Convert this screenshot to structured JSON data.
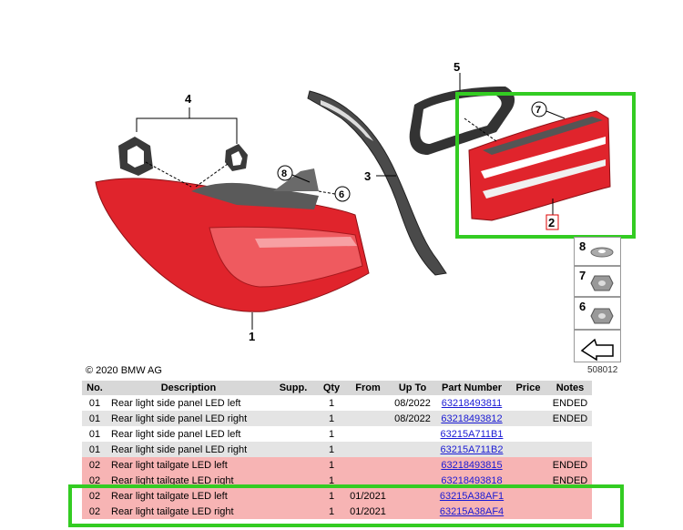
{
  "diagram": {
    "callouts": [
      "1",
      "2",
      "3",
      "4",
      "5",
      "6",
      "7",
      "8"
    ],
    "side_panel": [
      "8",
      "7",
      "6"
    ],
    "copyright": "© 2020 BMW AG",
    "diagram_number": "508012"
  },
  "table": {
    "headers": [
      "No.",
      "Description",
      "Supp.",
      "Qty",
      "From",
      "Up To",
      "Part Number",
      "Price",
      "Notes"
    ],
    "rows": [
      {
        "no": "01",
        "desc": "Rear light side panel LED left",
        "supp": "",
        "qty": "1",
        "from": "",
        "upto": "08/2022",
        "part": "63218493811",
        "price": "",
        "notes": "ENDED",
        "style": "white"
      },
      {
        "no": "01",
        "desc": "Rear light side panel LED right",
        "supp": "",
        "qty": "1",
        "from": "",
        "upto": "08/2022",
        "part": "63218493812",
        "price": "",
        "notes": "ENDED",
        "style": "alt"
      },
      {
        "no": "01",
        "desc": "Rear light side panel LED left",
        "supp": "",
        "qty": "1",
        "from": "",
        "upto": "",
        "part": "63215A711B1",
        "price": "",
        "notes": "",
        "style": "white"
      },
      {
        "no": "01",
        "desc": "Rear light side panel LED right",
        "supp": "",
        "qty": "1",
        "from": "",
        "upto": "",
        "part": "63215A711B2",
        "price": "",
        "notes": "",
        "style": "alt"
      },
      {
        "no": "02",
        "desc": "Rear light tailgate LED left",
        "supp": "",
        "qty": "1",
        "from": "",
        "upto": "",
        "part": "63218493815",
        "price": "",
        "notes": "ENDED",
        "style": "red"
      },
      {
        "no": "02",
        "desc": "Rear light tailgate LED right",
        "supp": "",
        "qty": "1",
        "from": "",
        "upto": "",
        "part": "63218493818",
        "price": "",
        "notes": "ENDED",
        "style": "red"
      },
      {
        "no": "02",
        "desc": "Rear light tailgate LED left",
        "supp": "",
        "qty": "1",
        "from": "01/2021",
        "upto": "",
        "part": "63215A38AF1",
        "price": "",
        "notes": "",
        "style": "red"
      },
      {
        "no": "02",
        "desc": "Rear light tailgate LED right",
        "supp": "",
        "qty": "1",
        "from": "01/2021",
        "upto": "",
        "part": "63215A38AF4",
        "price": "",
        "notes": "",
        "style": "red"
      }
    ]
  },
  "colors": {
    "highlight": "#33cc22",
    "lamp_red": "#e0242c",
    "link": "#1a1ad4",
    "row_red": "#f7b4b4",
    "row_gray": "#e4e4e4"
  }
}
